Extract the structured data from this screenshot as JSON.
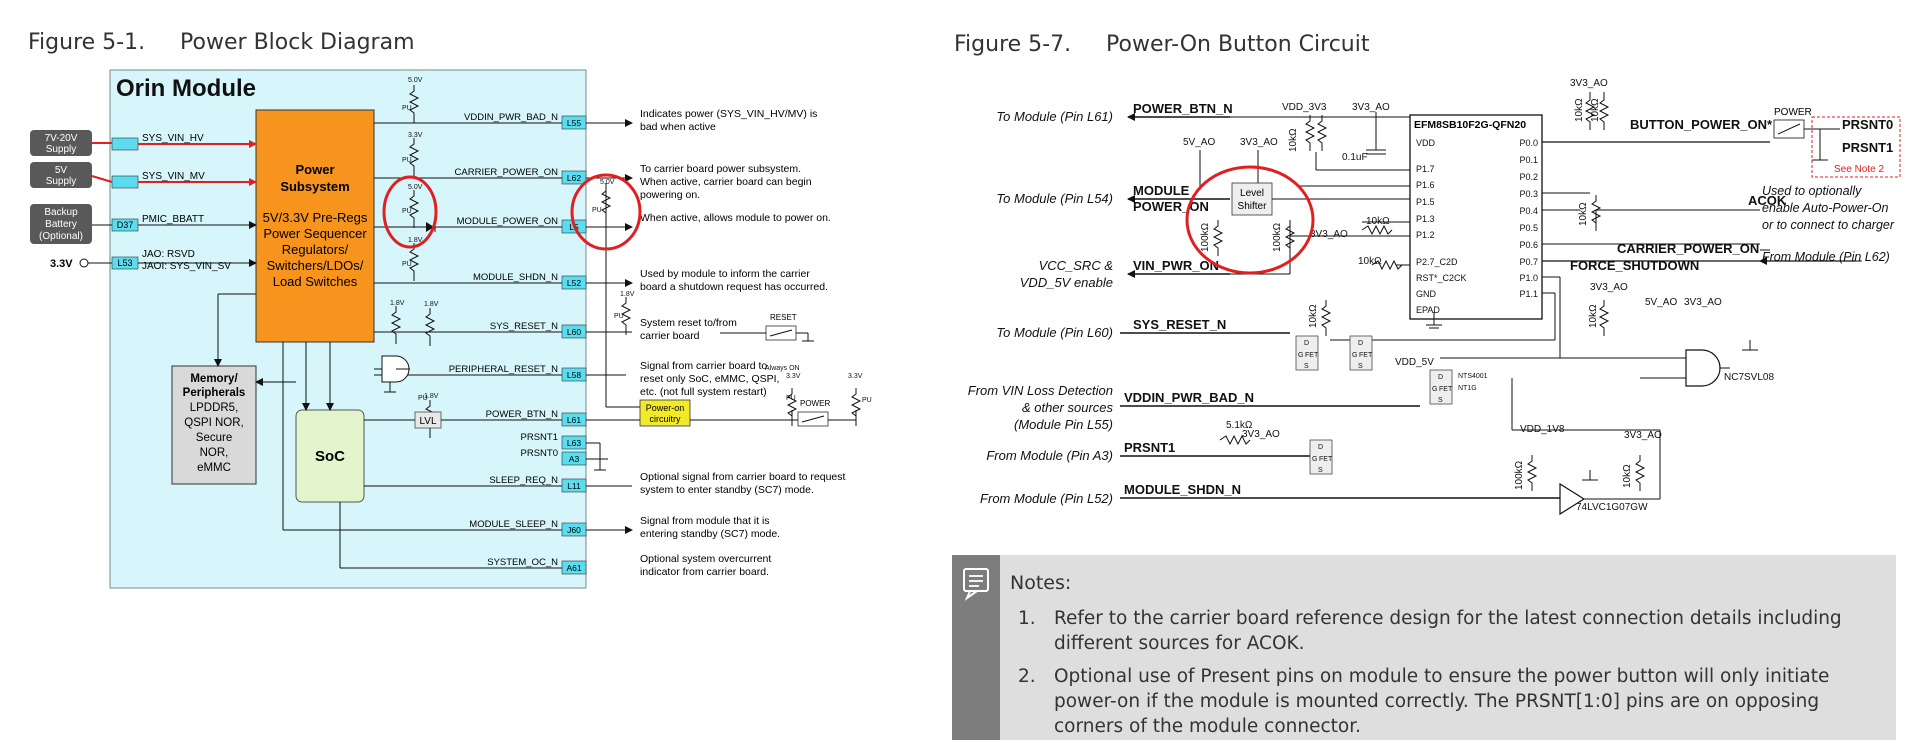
{
  "figure1": {
    "title": "Figure 5-1.     Power Block Diagram",
    "module_title": "Orin Module",
    "power_subsystem": [
      "Power",
      "Subsystem"
    ],
    "power_subsystem_desc": [
      "5V/3.3V Pre-Regs",
      "Power Sequencer",
      "Regulators/",
      "Switchers/LDOs/",
      "Load Switches"
    ],
    "memory": [
      "Memory/",
      "Peripherals",
      "LPDDR5,",
      "QSPI NOR,",
      "Secure",
      "NOR,",
      "eMMC"
    ],
    "soc": "SoC",
    "lvl": "LVL",
    "inputs": [
      {
        "box": [
          "7V-20V",
          "Supply"
        ],
        "signal": "SYS_VIN_HV"
      },
      {
        "box": [
          "5V",
          "Supply"
        ],
        "signal": "SYS_VIN_MV"
      },
      {
        "box": [
          "Backup",
          "Battery",
          "(Optional)"
        ],
        "pin": "D37",
        "signal": "PMIC_BBATT"
      },
      {
        "label": "3.3V",
        "pin": "L53",
        "signal": [
          "JAO: RSVD",
          "JAOI: SYS_VIN_SV"
        ]
      }
    ],
    "pins": [
      {
        "signal": "VDDIN_PWR_BAD_N",
        "pin": "L55",
        "desc": [
          "Indicates power (SYS_VIN_HV/MV) is",
          "bad when active"
        ]
      },
      {
        "signal": "CARRIER_POWER_ON",
        "pin": "L62",
        "desc": [
          "To carrier board power subsystem.",
          "When active, carrier board can begin",
          "powering on."
        ]
      },
      {
        "signal": "MODULE_POWER_ON",
        "pin": "L5",
        "desc": [
          "When active, allows module to power on."
        ]
      },
      {
        "signal": "MODULE_SHDN_N",
        "pin": "L52",
        "desc": [
          "Used by module to inform the carrier",
          "board a shutdown request has occurred."
        ]
      },
      {
        "signal": "SYS_RESET_N",
        "pin": "L60",
        "desc": [
          "System reset to/from",
          "carrier board"
        ]
      },
      {
        "signal": "PERIPHERAL_RESET_N",
        "pin": "L58",
        "desc": [
          "Signal from carrier board to",
          "reset only SoC, eMMC, QSPI,",
          "etc. (not full system restart)"
        ]
      },
      {
        "signal": "POWER_BTN_N",
        "pin": "L61",
        "desc": []
      },
      {
        "signal": "PRSNT1",
        "pin": "L63",
        "desc": []
      },
      {
        "signal": "PRSNT0",
        "pin": "A3",
        "desc": []
      },
      {
        "signal": "SLEEP_REQ_N",
        "pin": "L11",
        "desc": [
          "Optional signal from carrier board to request",
          "system to enter standby (SC7) mode."
        ]
      },
      {
        "signal": "MODULE_SLEEP_N",
        "pin": "J60",
        "desc": [
          "Signal from module that it is",
          "entering standby (SC7) mode."
        ]
      },
      {
        "signal": "SYSTEM_OC_N",
        "pin": "A61",
        "desc": [
          "Optional system overcurrent",
          "indicator from carrier board."
        ]
      }
    ],
    "reset_label": "RESET",
    "power_label": "POWER",
    "always_on": "Always ON",
    "power_on_circuitry": [
      "Power-on",
      "circuitry"
    ],
    "pu": "PU",
    "v50": "5.0V",
    "v33": "3.3V",
    "v18": "1.8V"
  },
  "figure2": {
    "title": "Figure 5-7.     Power-On Button Circuit",
    "mcu_name": "EFM8SB10F2G-QFN20",
    "mcu_left_pins": [
      "VDD",
      "P1.7",
      "P1.6",
      "P1.5",
      "P1.3",
      "P1.2",
      "P2.7_C2D",
      "RST*_C2CK",
      "GND",
      "EPAD"
    ],
    "mcu_right_pins": [
      "P0.0",
      "P0.1",
      "P0.2",
      "P0.3",
      "P0.4",
      "P0.5",
      "P0.6",
      "P0.7",
      "P1.0",
      "P1.1"
    ],
    "left_labels": [
      "To Module (Pin L61)",
      "To Module (Pin L54)",
      "VCC_SRC &",
      "VDD_5V enable",
      "To Module (Pin L60)",
      "From VIN Loss Detection",
      "& other sources",
      "(Module Pin L55)",
      "From Module (Pin A3)",
      "From Module (Pin L52)"
    ],
    "signals": {
      "power_btn_n": "POWER_BTN_N",
      "module_power_on": [
        "MODULE",
        "POWER_ON"
      ],
      "vin_pwr_on": "VIN_PWR_ON",
      "sys_reset_n": "SYS_RESET_N",
      "vddin_pwr_bad_n": "VDDIN_PWR_BAD_N",
      "prsnt1": "PRSNT1",
      "module_shdn_n": "MODULE_SHDN_N",
      "button_power_on": "BUTTON_POWER_ON*",
      "acok": "ACOK",
      "carrier_power_on": "CARRIER_POWER_ON",
      "force_shutdown": "FORCE_SHUTDOWN",
      "prsnt0_r": "PRSNT0",
      "prsnt1_r": "PRSNT1"
    },
    "rails": {
      "vdd_3v3": "VDD_3V3",
      "v3v3_ao": "3V3_AO",
      "v5v_ao": "5V_AO",
      "vdd_5v": "VDD_5V",
      "vdd_1v8": "VDD_1V8"
    },
    "level_shifter": [
      "Level",
      "Shifter"
    ],
    "r10k": "10kΩ",
    "r100k": "100kΩ",
    "r5k1": "5.1kΩ",
    "cap": "0.1uF",
    "power_label": "POWER",
    "see_note": "See Note 2",
    "right_labels": [
      "Used to optionally",
      "enable Auto-Power-On",
      "or to connect to charger",
      "From Module (Pin L62)"
    ],
    "fet_labels": [
      "G",
      "D",
      "S",
      "FET"
    ],
    "nts": [
      "NTS4001",
      "NT1G"
    ],
    "nc7": "NC7SVL08",
    "lvc": "74LVC1G07GW",
    "ao_3v3_small": "3V3_AO"
  },
  "notes": {
    "title": "Notes:",
    "items": [
      {
        "num": "1.",
        "text": "Refer to the carrier board reference design for the latest connection details including different sources for ACOK."
      },
      {
        "num": "2.",
        "text": "Optional use of Present pins on module to ensure the power button will only initiate power-on if the module is mounted correctly.  The PRSNT[1:0] pins are on opposing corners of the module connector."
      }
    ]
  },
  "colors": {
    "module_bg": "#d6f6fb",
    "power_subsystem": "#f7941d",
    "memory_box": "#d9d9d9",
    "soc_box": "#e2f5cc",
    "pin_box": "#5bdcef",
    "input_box": "#595959",
    "power_on_box": "#f2ea28",
    "highlight": "#e02020"
  }
}
